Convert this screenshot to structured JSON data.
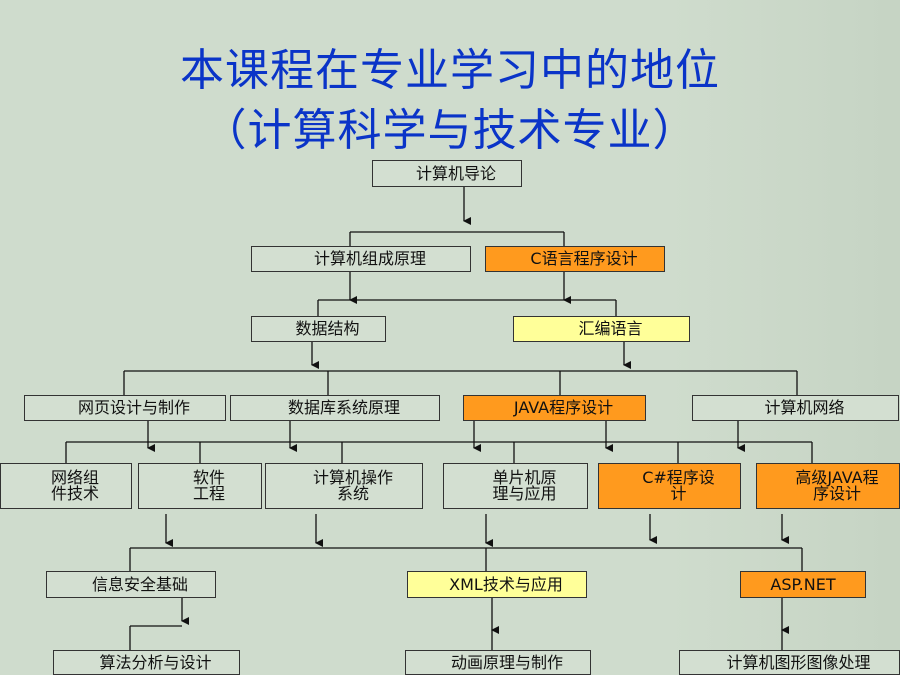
{
  "title": {
    "line1": "本课程在专业学习中的地位",
    "line2": "（计算科学与技术专业）"
  },
  "colors": {
    "title": "#0a34c8",
    "highlight_orange": "#ff9a1e",
    "highlight_yellow": "#ffff99",
    "background": "#cfdccd"
  },
  "nodes": {
    "intro": "计算机导论",
    "organization": "计算机组成原理",
    "c_programming": "C语言程序设计",
    "data_structures": "数据结构",
    "assembly": "汇编语言",
    "web_design": "网页设计与制作",
    "database": "数据库系统原理",
    "java": "JAVA程序设计",
    "networks": "计算机网络",
    "network_components": "网络组\n件技术",
    "software_engineering": "软件\n工程",
    "operating_systems": "计算机操作\n系统",
    "microcontroller": "单片机原\n理与应用",
    "csharp": "C#程序设\n计",
    "advanced_java": "高级JAVA程\n序设计",
    "info_security": "信息安全基础",
    "xml": "XML技术与应用",
    "aspnet": "ASP.NET",
    "algorithms": "算法分析与设计",
    "animation": "动画原理与制作",
    "graphics": "计算机图形图像处理"
  }
}
